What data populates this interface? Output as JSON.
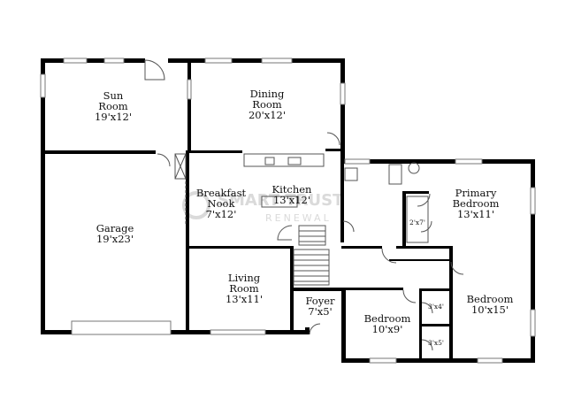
{
  "rooms": {
    "sun": {
      "name1": "Sun",
      "name2": "Room",
      "dims": "19'x12'"
    },
    "dining": {
      "name1": "Dining",
      "name2": "Room",
      "dims": "20'x12'"
    },
    "garage": {
      "name1": "Garage",
      "dims": "19'x23'"
    },
    "breakfast": {
      "name1": "Breakfast",
      "name2": "Nook",
      "dims": "7'x12'"
    },
    "kitchen": {
      "name1": "Kitchen",
      "dims": "13'x12'"
    },
    "primary": {
      "name1": "Primary",
      "name2": "Bedroom",
      "dims": "13'x11'"
    },
    "living": {
      "name1": "Living",
      "name2": "Room",
      "dims": "13'x11'"
    },
    "foyer": {
      "name1": "Foyer",
      "dims": "7'x5'"
    },
    "bedroom2": {
      "name1": "Bedroom",
      "dims": "10'x9'"
    },
    "bedroom3": {
      "name1": "Bedroom",
      "dims": "10'x15'"
    }
  },
  "closets": {
    "c1": "2'x7'",
    "c2": "3'x4'",
    "c3": "3'x5'"
  },
  "watermark": {
    "line1": "SMART TRUST",
    "line2": "RENEWAL"
  }
}
